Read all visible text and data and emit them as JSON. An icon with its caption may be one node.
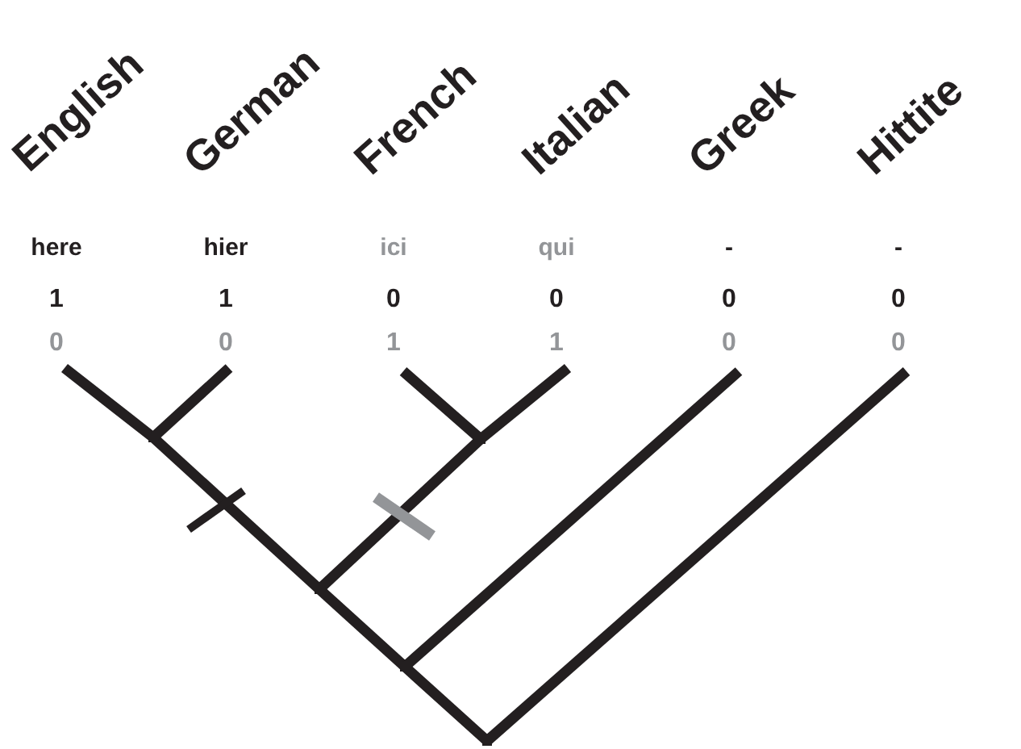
{
  "diagram": {
    "nodes": [
      {
        "text": [
          "English"
        ],
        "beside": [
          "here",
          "1",
          "0"
        ]
      },
      {
        "text": [
          "German"
        ],
        "beside": [
          "hier",
          "1",
          "0"
        ]
      },
      {
        "text": [
          "French"
        ],
        "beside": [
          "ici",
          "0",
          "1"
        ]
      },
      {
        "text": [
          "Italian"
        ],
        "beside": [
          "qui",
          "0",
          "1"
        ]
      },
      {
        "text": [
          "Greek"
        ],
        "beside": [
          "-",
          "0",
          "0"
        ]
      },
      {
        "text": [
          "Hittite"
        ],
        "beside": [
          "-",
          "0",
          "0"
        ]
      },
      {
        "text": [],
        "shape": "point"
      },
      {
        "text": [],
        "shape": "point"
      },
      {
        "text": [],
        "shape": "point"
      },
      {
        "text": [],
        "shape": "point"
      },
      {
        "text": [],
        "shape": "point"
      }
    ],
    "edges": [
      {
        "from": 10,
        "to": 9,
        "arrow": "none"
      },
      {
        "from": 10,
        "to": 5,
        "arrow": "none"
      },
      {
        "from": 9,
        "to": 8,
        "arrow": "none"
      },
      {
        "from": 9,
        "to": 4,
        "arrow": "none"
      },
      {
        "from": 8,
        "to": 6,
        "arrow": "none"
      },
      {
        "from": 8,
        "to": 7,
        "arrow": "none"
      },
      {
        "from": 6,
        "to": 0,
        "arrow": "none"
      },
      {
        "from": 6,
        "to": 1,
        "arrow": "none"
      },
      {
        "from": 7,
        "to": 2,
        "arrow": "none"
      },
      {
        "from": 7,
        "to": 3,
        "arrow": "none"
      }
    ]
  }
}
